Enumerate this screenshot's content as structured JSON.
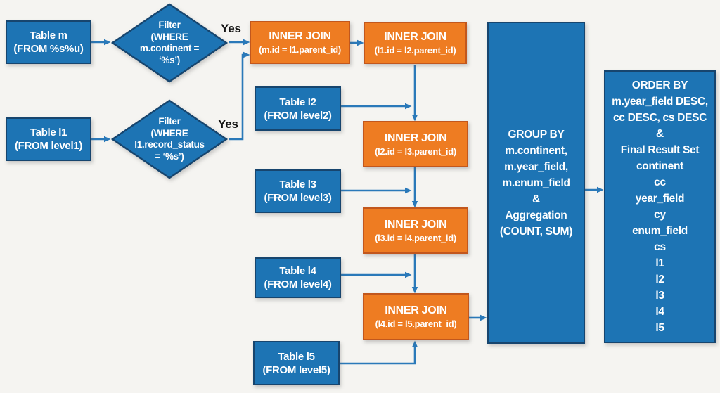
{
  "diagram_title": "SQL multi-level join query flowchart",
  "colors": {
    "blue": "#1d74b4",
    "blue_border": "#17456e",
    "orange": "#ee7c22",
    "orange_border": "#c2571d",
    "arrow": "#2a79b9",
    "background": "#f5f4f1",
    "label": "#141414"
  },
  "nodes": {
    "table_m": {
      "lines": [
        "Table m",
        "(FROM %s%u)"
      ]
    },
    "filter_m": {
      "lines": [
        "Filter",
        "(WHERE",
        "m.continent =",
        "‘%s’)"
      ]
    },
    "table_l1": {
      "lines": [
        "Table l1",
        "(FROM level1)"
      ]
    },
    "filter_l1": {
      "lines": [
        "Filter",
        "(WHERE",
        "l1.record_status",
        "= ‘%s’)"
      ]
    },
    "join_m_l1": {
      "lines": [
        "INNER JOIN",
        "(m.id = l1.parent_id)"
      ]
    },
    "join_l1_l2": {
      "lines": [
        "INNER JOIN",
        "(l1.id = l2.parent_id)"
      ]
    },
    "table_l2": {
      "lines": [
        "Table l2",
        "(FROM level2)"
      ]
    },
    "join_l2_l3": {
      "lines": [
        "INNER JOIN",
        "(l2.id = l3.parent_id)"
      ]
    },
    "table_l3": {
      "lines": [
        "Table l3",
        "(FROM level3)"
      ]
    },
    "join_l3_l4": {
      "lines": [
        "INNER JOIN",
        "(l3.id = l4.parent_id)"
      ]
    },
    "table_l4": {
      "lines": [
        "Table l4",
        "(FROM level4)"
      ]
    },
    "join_l4_l5": {
      "lines": [
        "INNER JOIN",
        "(l4.id = l5.parent_id)"
      ]
    },
    "table_l5": {
      "lines": [
        "Table l5",
        "(FROM level5)"
      ]
    },
    "group_by": {
      "lines": [
        "GROUP BY",
        "m.continent,",
        "m.year_field,",
        "m.enum_field",
        "&",
        "Aggregation",
        "(COUNT, SUM)"
      ]
    },
    "order_by": {
      "lines": [
        "ORDER BY",
        "m.year_field DESC,",
        "cc DESC, cs DESC",
        "&",
        "Final Result Set",
        "continent",
        "cc",
        "year_field",
        "cy",
        "enum_field",
        "cs",
        "l1",
        "l2",
        "l3",
        "l4",
        "l5"
      ]
    }
  },
  "labels": {
    "yes_filter_m": "Yes",
    "yes_filter_l1": "Yes"
  }
}
